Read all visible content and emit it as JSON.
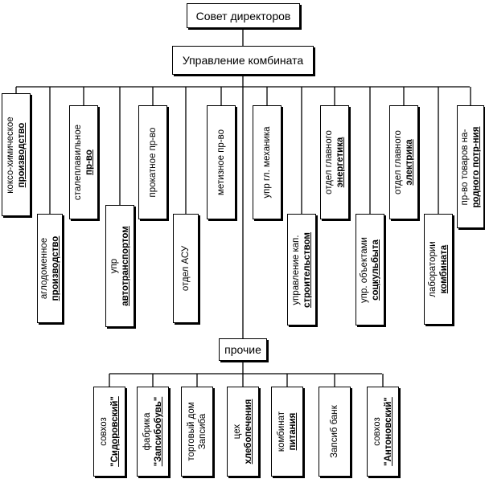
{
  "board": "Совет директоров",
  "management": "Управление комбината",
  "departments": [
    {
      "lines": [
        "коксо-химическое",
        "производство"
      ],
      "ul": [
        false,
        true
      ]
    },
    {
      "lines": [
        "аглодоменное",
        "производство"
      ],
      "ul": [
        false,
        true
      ]
    },
    {
      "lines": [
        "сталеплавильное",
        "пр-во"
      ],
      "ul": [
        false,
        true
      ]
    },
    {
      "lines": [
        "упр",
        "автотранспортом"
      ],
      "ul": [
        false,
        true
      ]
    },
    {
      "lines": [
        "прокатное пр-во"
      ],
      "ul": [
        false
      ]
    },
    {
      "lines": [
        "отдел АСУ"
      ],
      "ul": [
        false
      ]
    },
    {
      "lines": [
        "метизное пр-во"
      ],
      "ul": [
        false
      ]
    },
    {
      "lines": [
        "упр гл. механика"
      ],
      "ul": [
        false
      ]
    },
    {
      "lines": [
        "управление кап.",
        "строительством"
      ],
      "ul": [
        false,
        true
      ]
    },
    {
      "lines": [
        "отдел главного",
        "энергетика"
      ],
      "ul": [
        false,
        true
      ]
    },
    {
      "lines": [
        "упр. объектами",
        "соцкульбыта"
      ],
      "ul": [
        false,
        true
      ]
    },
    {
      "lines": [
        "отдел главного",
        "электрика"
      ],
      "ul": [
        false,
        true
      ]
    },
    {
      "lines": [
        "лаборатории",
        "комбината"
      ],
      "ul": [
        false,
        true
      ]
    },
    {
      "lines": [
        "пр-во товаров на-",
        "родного потр-ния"
      ],
      "ul": [
        false,
        true
      ]
    }
  ],
  "other": "прочие",
  "subsidiaries": [
    {
      "lines": [
        "совхоз",
        "\"Сидоровский\""
      ],
      "ul": [
        false,
        true
      ]
    },
    {
      "lines": [
        "фабрика",
        "\"Запсибобувь\""
      ],
      "ul": [
        false,
        true
      ]
    },
    {
      "lines": [
        "торговый дом",
        "Запсиба"
      ],
      "ul": [
        false,
        false
      ]
    },
    {
      "lines": [
        "цех",
        "хлебопечения"
      ],
      "ul": [
        false,
        true
      ]
    },
    {
      "lines": [
        "комбинат",
        "питания"
      ],
      "ul": [
        false,
        true
      ]
    },
    {
      "lines": [
        "Запсиб банк"
      ],
      "ul": [
        false
      ]
    },
    {
      "lines": [
        "совхоз",
        "\"Антоновский\""
      ],
      "ul": [
        false,
        true
      ]
    }
  ]
}
